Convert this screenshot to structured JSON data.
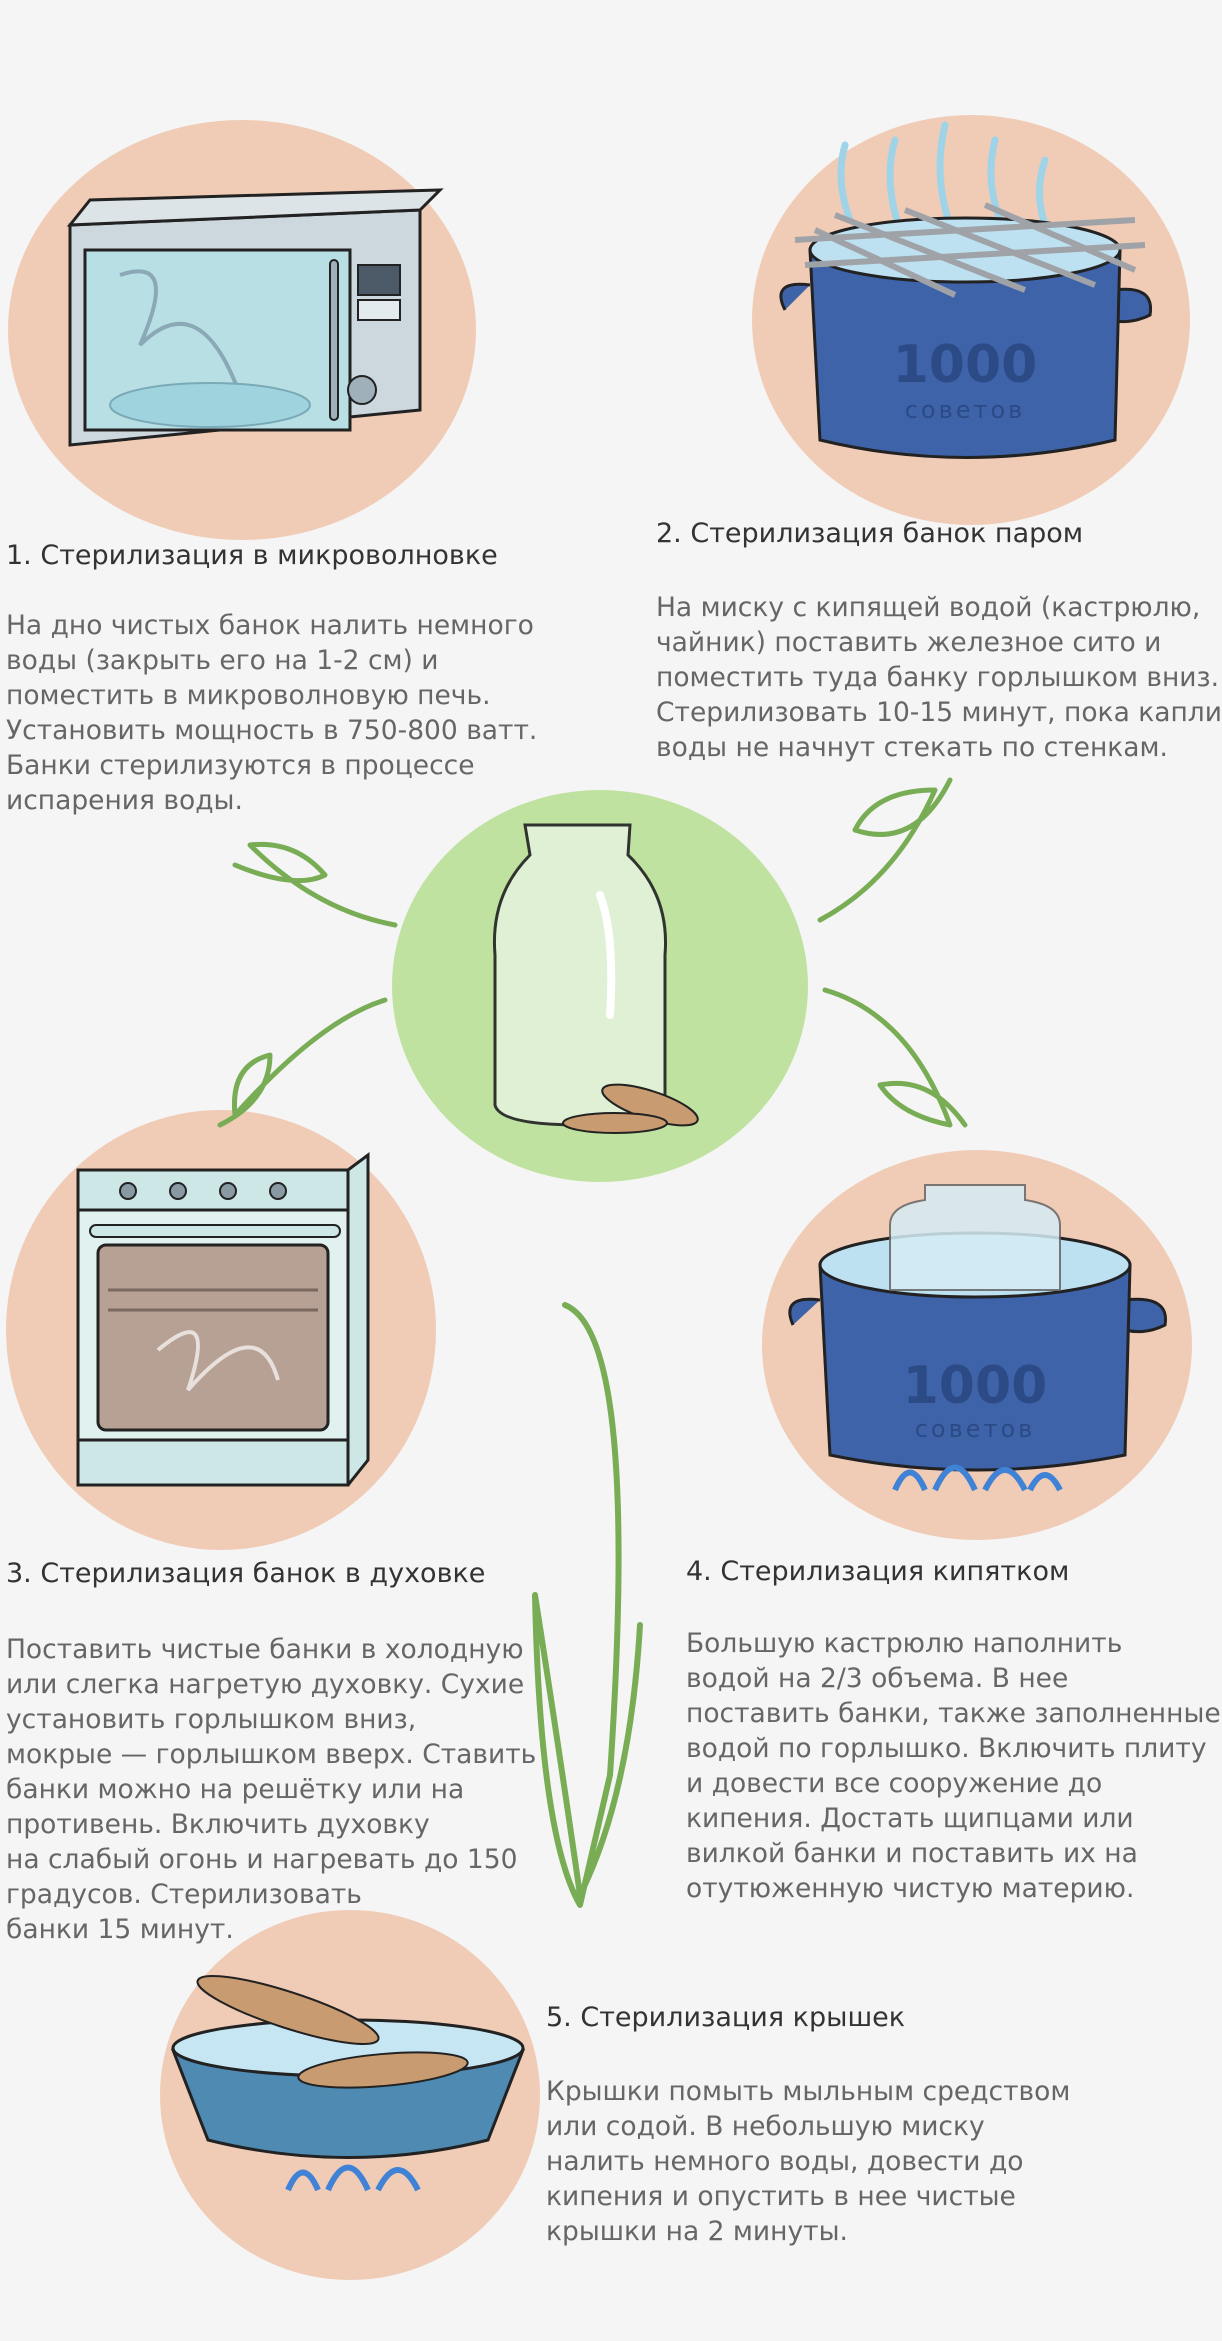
{
  "brand": {
    "logo_number": "1000",
    "logo_word": "советов"
  },
  "steps": [
    {
      "heading": "1. Стерилизация в микроволновке",
      "lines": [
        "На дно чистых банок налить немного",
        "воды (закрыть его на 1-2 см) и",
        "поместить в микроволновую печь.",
        "Установить мощность в 750-800 ватт.",
        "Банки стерилизуются в процессе",
        "испарения воды."
      ]
    },
    {
      "heading": "2. Стерилизация банок паром",
      "lines": [
        "На миску с кипящей водой (кастрюлю,",
        "чайник) поставить железное сито и",
        "поместить туда банку горлышком вниз.",
        "Стерилизовать 10-15 минут, пока капли",
        "воды не начнут стекать по стенкам."
      ]
    },
    {
      "heading": "3. Стерилизация банок в духовке",
      "lines": [
        "Поставить чистые банки в холодную",
        "или слегка нагретую духовку. Сухие",
        "установить горлышком вниз,",
        "мокрые — горлышком вверх. Ставить",
        "банки можно на решётку или на",
        "противень. Включить духовку",
        "на слабый огонь и нагревать до 150",
        "градусов. Стерилизовать",
        "банки 15 минут."
      ]
    },
    {
      "heading": "4. Стерилизация кипятком",
      "lines": [
        "Большую кастрюлю наполнить",
        "водой на 2/3 объема. В нее",
        "поставить банки, также заполненные",
        "водой по горлышко. Включить плиту",
        "и довести все сооружение до",
        "кипения. Достать щипцами или",
        "вилкой банки и поставить их на",
        "отутюженную чистую материю."
      ]
    },
    {
      "heading": "5. Стерилизация крышек",
      "lines": [
        "Крышки помыть мыльным средством",
        "или содой. В небольшую миску",
        "налить немного воды, довести до",
        "кипения и опустить в нее чистые",
        "крышки на 2 минуты."
      ]
    }
  ],
  "colors": {
    "background": "#f5f5f5",
    "peach_blob": "#f0ccb7",
    "green_blob": "#bfe2a1",
    "arrow_green": "#79ad55",
    "pot_blue": "#3f63a9",
    "heading_text": "#333333",
    "body_text": "#666666"
  },
  "icons": [
    "microwave-icon",
    "steam-pot-icon",
    "jar-with-lids-icon",
    "oven-icon",
    "boiling-pot-icon",
    "lid-bowl-icon",
    "curved-arrow-icon"
  ]
}
